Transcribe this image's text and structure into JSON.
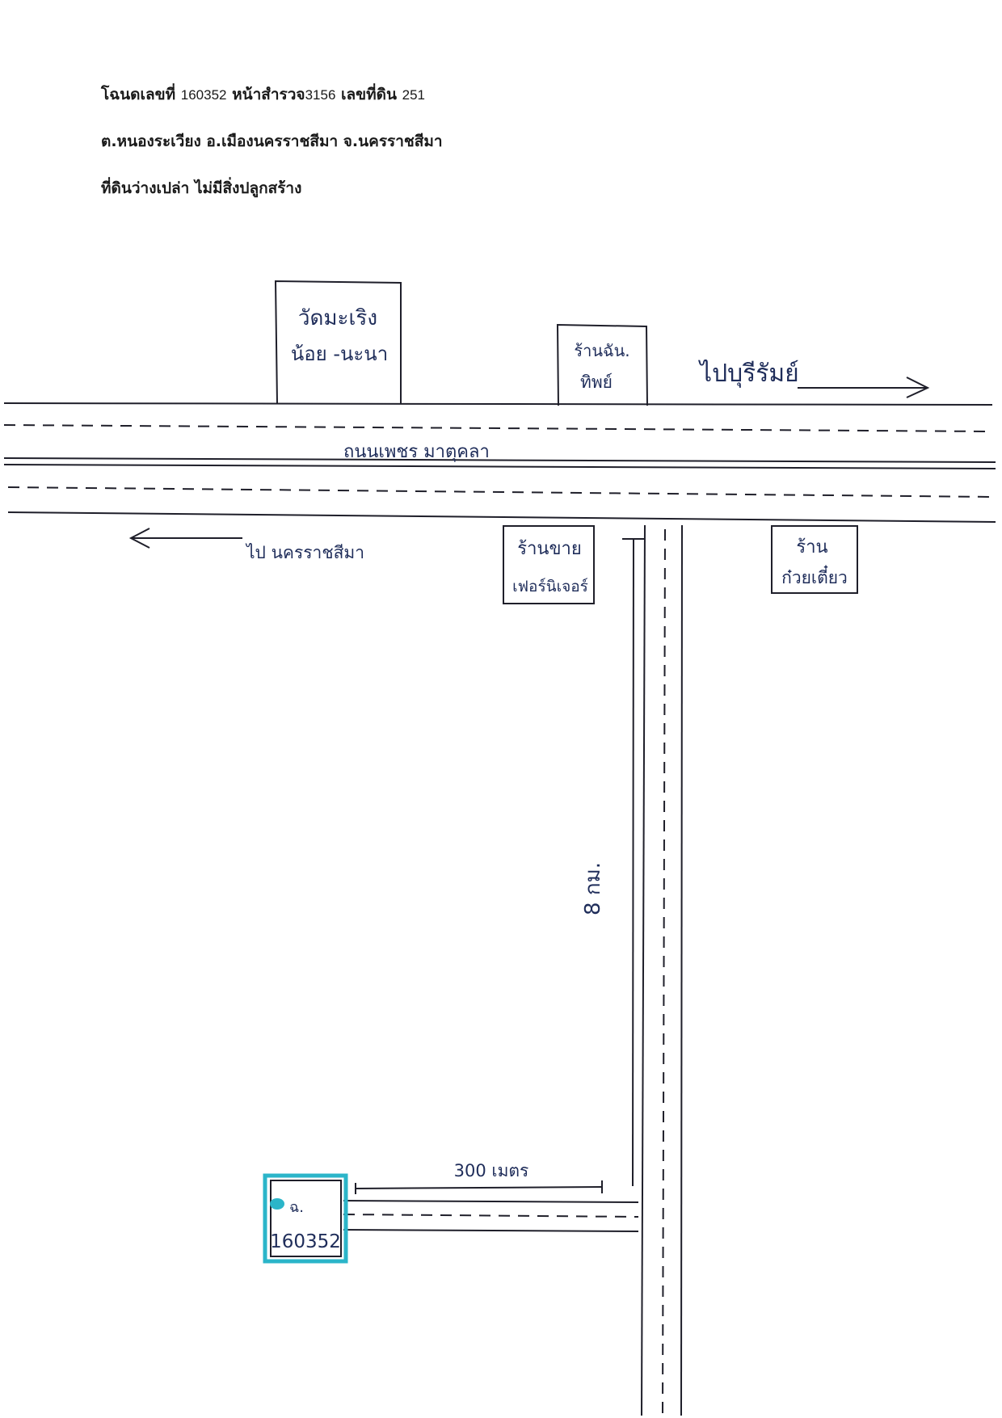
{
  "header": {
    "line1": {
      "deed_label": "โฉนดเลขที่",
      "deed_no": "160352",
      "survey_label": "หน้าสำรวจ",
      "survey_no": "3156",
      "land_label": "เลขที่ดิน",
      "land_no": "251"
    },
    "line2": "ต.หนองระเวียง อ.เมืองนครราชสีมา จ.นครราชสีมา",
    "line3": "ที่ดินว่างเปล่า ไม่มีสิ่งปลูกสร้าง"
  },
  "map": {
    "temple": {
      "line1": "วัดมะเริง",
      "line2": "น้อย -นะนา"
    },
    "shop_top": {
      "line1": "ร้านฉัน.",
      "line2": "ทิพย์"
    },
    "to_east": "ไปบุรีรัมย์",
    "main_road": "ถนนเพชร มาตุคลา",
    "to_west": "ไป นครราชสีมา",
    "shop_bottom_left": {
      "line1": "ร้านขาย",
      "line2": "เฟอร์นิเจอร์"
    },
    "shop_bottom_right": {
      "line1": "ร้าน",
      "line2": "ก๋วยเตี๋ยว"
    },
    "side_road_distance": "8 กม.",
    "lane_distance": "300 เมตร",
    "parcel": {
      "label": "ฉ.",
      "number": "160352"
    },
    "colors": {
      "ink": "#1f2d5a",
      "parcel_marker": "#2bb5c9"
    }
  }
}
